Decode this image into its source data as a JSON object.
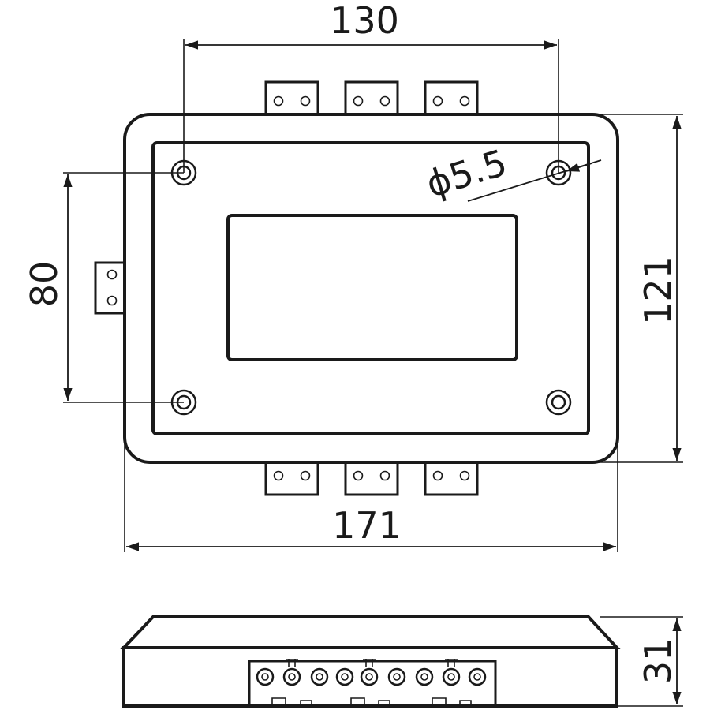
{
  "dimensions": {
    "mount_spacing_horizontal": "130",
    "mount_spacing_vertical": "80",
    "overall_width": "171",
    "overall_height": "121",
    "hole_diameter": "ϕ5.5",
    "side_height": "31"
  },
  "colors": {
    "line": "#1a1a1a",
    "background": "#ffffff"
  }
}
